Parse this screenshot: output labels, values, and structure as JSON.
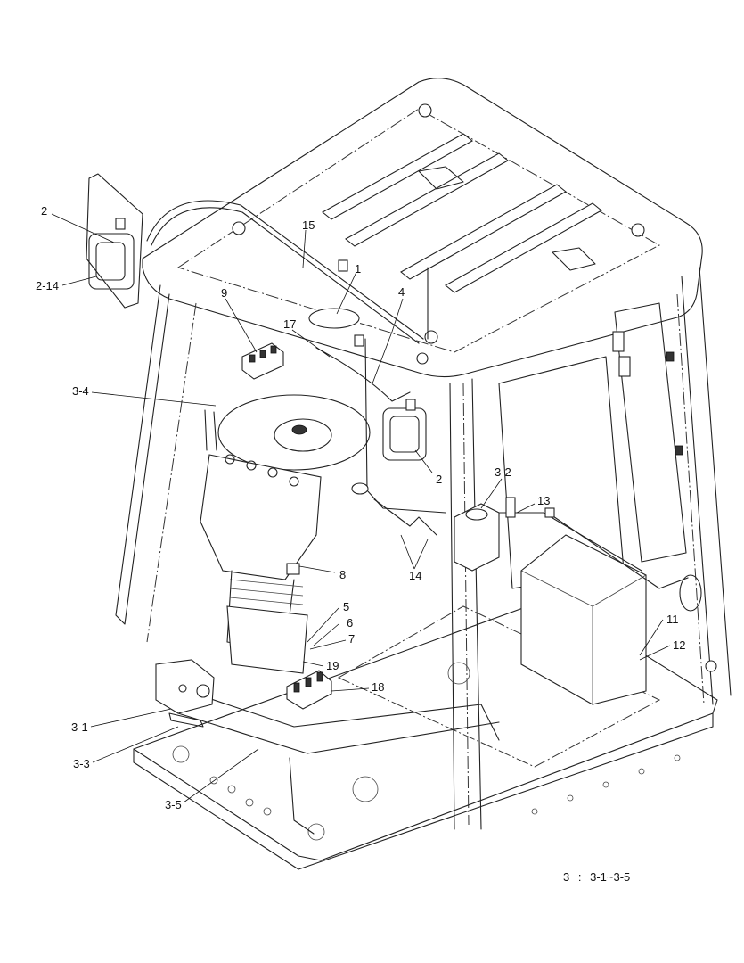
{
  "callouts": [
    "2",
    "2-14",
    "15",
    "1",
    "4",
    "9",
    "17",
    "3-4",
    "2",
    "3-2",
    "13",
    "8",
    "14",
    "5",
    "6",
    "7",
    "19",
    "18",
    "11",
    "12",
    "3-1",
    "3-3",
    "3-5"
  ],
  "note": {
    "ref": "3",
    "sep": ":",
    "range": "3-1~3-5"
  }
}
